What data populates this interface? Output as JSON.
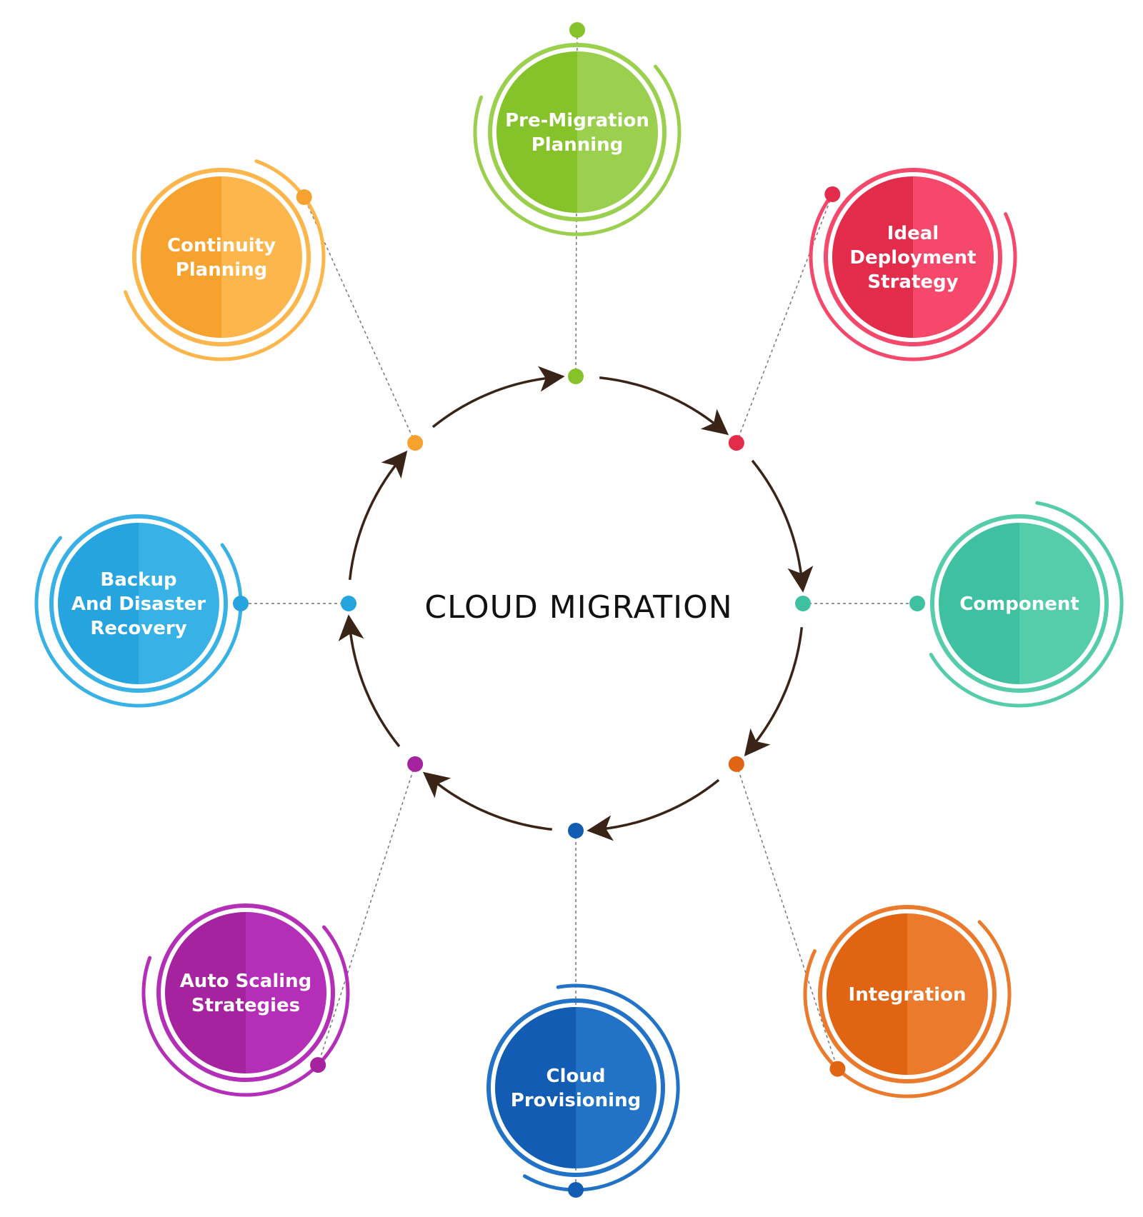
{
  "center": {
    "title": "CLOUD MIGRATION"
  },
  "nodes": [
    {
      "id": "pre-migration-planning",
      "lines": [
        "Pre-Migration",
        "Planning"
      ],
      "color_dark": "#86C22A",
      "color_light": "#9AD04E"
    },
    {
      "id": "ideal-deployment-strategy",
      "lines": [
        "Ideal",
        "Deployment",
        "Strategy"
      ],
      "color_dark": "#E32B4B",
      "color_light": "#F5486B"
    },
    {
      "id": "component",
      "lines": [
        "Component"
      ],
      "color_dark": "#3FC1A1",
      "color_light": "#55CDAA"
    },
    {
      "id": "integration",
      "lines": [
        "Integration"
      ],
      "color_dark": "#E06412",
      "color_light": "#EB7A2C"
    },
    {
      "id": "cloud-provisioning",
      "lines": [
        "Cloud",
        "Provisioning"
      ],
      "color_dark": "#135CB4",
      "color_light": "#2273C7"
    },
    {
      "id": "auto-scaling-strategies",
      "lines": [
        "Auto Scaling",
        "Strategies"
      ],
      "color_dark": "#A5239E",
      "color_light": "#B42EB8"
    },
    {
      "id": "backup-and-disaster-recovery",
      "lines": [
        "Backup",
        "And Disaster",
        "Recovery"
      ],
      "color_dark": "#25A4E0",
      "color_light": "#38B2E6"
    },
    {
      "id": "continuity-planning",
      "lines": [
        "Continuity",
        "Planning"
      ],
      "color_dark": "#F7A12E",
      "color_light": "#FDB64C"
    }
  ],
  "colors": {
    "arrow": "#3A2418",
    "connector": "#777777"
  }
}
